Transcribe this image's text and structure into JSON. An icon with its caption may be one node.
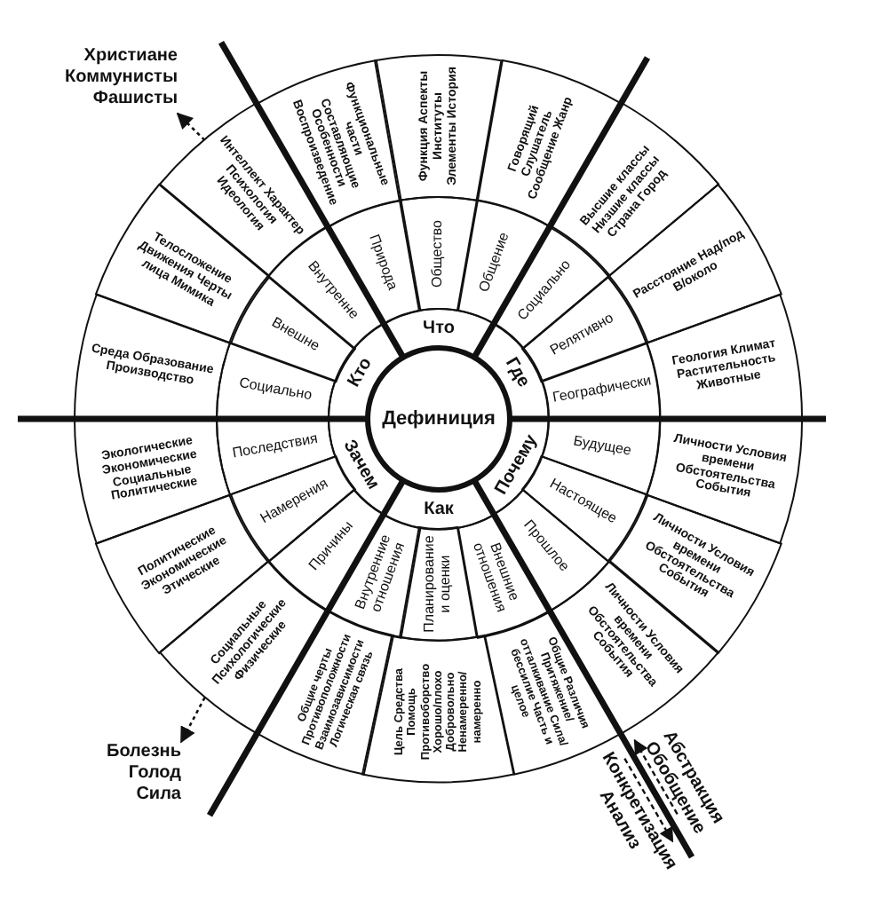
{
  "diagram": {
    "nodes": [
      {
        "text": [
          "Дефиниция"
        ]
      },
      {
        "text": [
          "Что"
        ]
      },
      {
        "text": [
          "Где"
        ]
      },
      {
        "text": [
          "Почему"
        ]
      },
      {
        "text": [
          "Как"
        ]
      },
      {
        "text": [
          "Зачем"
        ]
      },
      {
        "text": [
          "Кто"
        ]
      },
      {
        "text": [
          "Природа"
        ]
      },
      {
        "text": [
          "Общество"
        ]
      },
      {
        "text": [
          "Общение"
        ]
      },
      {
        "text": [
          "Социально"
        ]
      },
      {
        "text": [
          "Релятивно"
        ]
      },
      {
        "text": [
          "Географически"
        ]
      },
      {
        "text": [
          "Будущее"
        ]
      },
      {
        "text": [
          "Настоящее"
        ]
      },
      {
        "text": [
          "Прошлое"
        ]
      },
      {
        "text": [
          "Внешние отношения"
        ]
      },
      {
        "text": [
          "Планирование и оценки"
        ]
      },
      {
        "text": [
          "Внутренние отношения"
        ]
      },
      {
        "text": [
          "Причины"
        ]
      },
      {
        "text": [
          "Намерения"
        ]
      },
      {
        "text": [
          "Последствия"
        ]
      },
      {
        "text": [
          "Социально"
        ]
      },
      {
        "text": [
          "Внешне"
        ]
      },
      {
        "text": [
          "Внутренне"
        ]
      },
      {
        "text": [
          "Функциональные части Составляющие Особенности Воспроизведение"
        ]
      },
      {
        "text": [
          "Функция Аспекты Институты Элементы История"
        ]
      },
      {
        "text": [
          "Говорящий Слушатель Сообщение Жанр"
        ]
      },
      {
        "text": [
          "Высшие классы Низшие классы Страна Город"
        ]
      },
      {
        "text": [
          "Расстояние Над/под В/около"
        ]
      },
      {
        "text": [
          "Геология Климат Растительность Животные"
        ]
      },
      {
        "text": [
          "Личности Условия времени Обстоятельства События"
        ]
      },
      {
        "text": [
          "Личности Условия времени Обстоятельства События"
        ]
      },
      {
        "text": [
          "Личности Условия времени Обстоятельства События"
        ]
      },
      {
        "text": [
          "Общие Различия Притяжение/отталкивание Сила/бессилие Часть и целое"
        ]
      },
      {
        "text": [
          "Цель Средства Помощь Противоборство Хорошо/плохо Добровольно Ненамеренно/намеренно"
        ]
      },
      {
        "text": [
          "Общие черты Противоположности Взаимозависимости Логическая связь"
        ]
      },
      {
        "text": [
          "Социальные Психологические Физические"
        ]
      },
      {
        "text": [
          "Политические Экономические Этические"
        ]
      },
      {
        "text": [
          "Экологические Экономические Социальные Политические"
        ]
      },
      {
        "text": [
          "Среда Образование Производство"
        ]
      },
      {
        "text": [
          "Телосложение Движения Черты лица Мимика"
        ]
      },
      {
        "text": [
          "Интеллект Характер Психология Идеология"
        ]
      },
      {
        "text": [
          "Христиане Коммунисты Фашисты"
        ]
      },
      {
        "text": [
          "Болезнь Голод Сила"
        ]
      }
    ],
    "edges": [
      {
        "from": 42,
        "to": 43,
        "arrow": "to"
      },
      {
        "from": 37,
        "to": 44,
        "arrow": "to"
      }
    ],
    "labels": [
      "Абстракция Обобщение",
      "Конкретизация Анализ"
    ]
  }
}
